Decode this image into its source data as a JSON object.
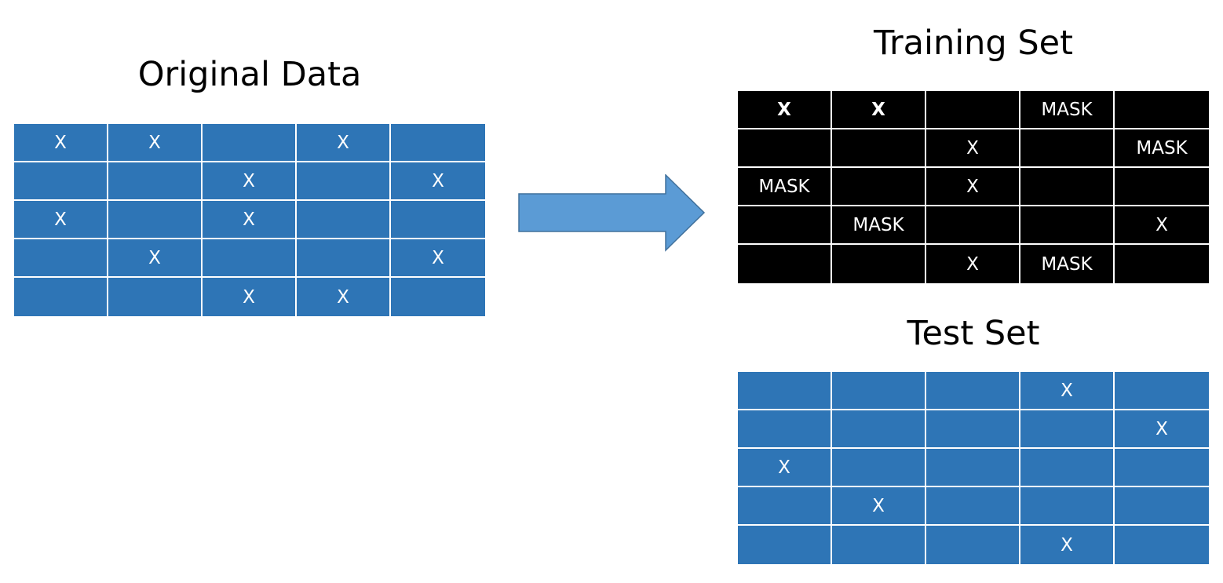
{
  "titles": {
    "original": "Original Data",
    "training": "Training Set",
    "test": "Test Set"
  },
  "colors": {
    "original_fill": "#2e75b6",
    "training_fill": "#000000",
    "test_fill": "#2e75b6",
    "arrow_fill": "#5b9bd5",
    "arrow_stroke": "#41719c",
    "cell_text": "#ffffff",
    "cell_border": "#ffffff"
  },
  "original_rows": [
    [
      "X",
      "X",
      "",
      "X",
      ""
    ],
    [
      "",
      "",
      "X",
      "",
      "X"
    ],
    [
      "X",
      "",
      "X",
      "",
      ""
    ],
    [
      "",
      "X",
      "",
      "",
      "X"
    ],
    [
      "",
      "",
      "X",
      "X",
      ""
    ]
  ],
  "training_rows": [
    [
      "X",
      "X",
      "",
      "MASK",
      ""
    ],
    [
      "",
      "",
      "X",
      "",
      "MASK"
    ],
    [
      "MASK",
      "",
      "X",
      "",
      ""
    ],
    [
      "",
      "MASK",
      "",
      "",
      "X"
    ],
    [
      "",
      "",
      "X",
      "MASK",
      ""
    ]
  ],
  "training_bold_cells": [
    [
      0,
      0
    ],
    [
      0,
      1
    ]
  ],
  "test_rows": [
    [
      "",
      "",
      "",
      "X",
      ""
    ],
    [
      "",
      "",
      "",
      "",
      "X"
    ],
    [
      "X",
      "",
      "",
      "",
      ""
    ],
    [
      "",
      "X",
      "",
      "",
      ""
    ],
    [
      "",
      "",
      "",
      "X",
      ""
    ]
  ]
}
